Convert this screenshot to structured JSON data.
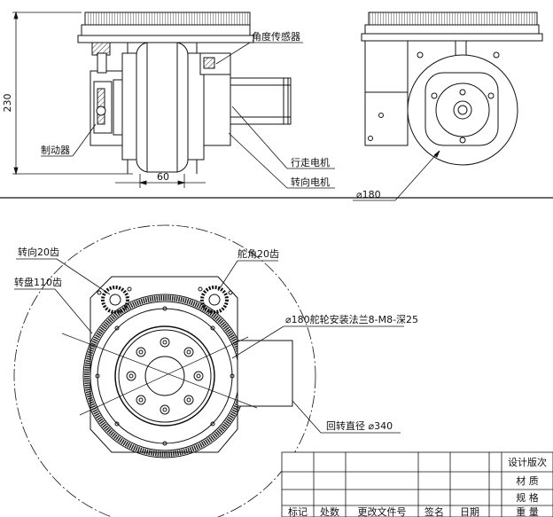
{
  "top_view": {
    "height_dim": "230",
    "width_dim": "60",
    "label_angle_sensor": "角度传感器",
    "label_brake": "制动器",
    "label_drive_motor": "行走电机",
    "label_steer_motor": "转向电机",
    "label_diameter": "⌀180"
  },
  "bottom_view": {
    "label_steer_gear": "转向20齿",
    "label_turntable_gear": "转盘110齿",
    "label_rudder_gear": "舵角20齿",
    "label_flange": "⌀180舵轮安装法兰8-M8-深25",
    "label_slew_diameter": "回转直径 ⌀340"
  },
  "title_block": {
    "header_labels": [
      "标记",
      "处数",
      "更改文件号",
      "签名",
      "日期"
    ],
    "right_labels": [
      "设计版次",
      "材 质",
      "规 格",
      "重 量"
    ]
  }
}
